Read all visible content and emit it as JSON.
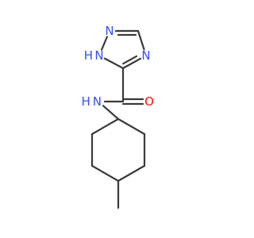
{
  "molecule": {
    "atoms": [
      {
        "id": "n1",
        "element": "N",
        "label": "N",
        "color": "#3050f8"
      },
      {
        "id": "n2",
        "element": "N",
        "label": "N",
        "color": "#3050f8"
      },
      {
        "id": "n4",
        "element": "N",
        "label": "N",
        "color": "#3050f8"
      },
      {
        "id": "c3",
        "element": "C",
        "label": "",
        "color": "#3a3a3a"
      },
      {
        "id": "c5",
        "element": "C",
        "label": "",
        "color": "#3a3a3a"
      },
      {
        "id": "c_amide",
        "element": "C",
        "label": "",
        "color": "#3a3a3a"
      },
      {
        "id": "o",
        "element": "O",
        "label": "O",
        "color": "#ff0d0d"
      },
      {
        "id": "n_amide",
        "element": "N",
        "label": "H N",
        "color": "#3050f8"
      },
      {
        "id": "r1",
        "element": "C",
        "label": "",
        "color": "#3a3a3a"
      },
      {
        "id": "r2",
        "element": "C",
        "label": "",
        "color": "#3a3a3a"
      },
      {
        "id": "r3",
        "element": "C",
        "label": "",
        "color": "#3a3a3a"
      },
      {
        "id": "r4",
        "element": "C",
        "label": "",
        "color": "#3a3a3a"
      },
      {
        "id": "r5",
        "element": "C",
        "label": "",
        "color": "#3a3a3a"
      },
      {
        "id": "r6",
        "element": "C",
        "label": "",
        "color": "#3a3a3a"
      },
      {
        "id": "me",
        "element": "C",
        "label": "",
        "color": "#3a3a3a"
      }
    ],
    "nh_label": "H",
    "bonds": [
      {
        "a": "n1",
        "b": "n2",
        "order": 1
      },
      {
        "a": "n2",
        "b": "c5",
        "order": 2
      },
      {
        "a": "c5",
        "b": "n4",
        "order": 1
      },
      {
        "a": "n4",
        "b": "c3",
        "order": 2
      },
      {
        "a": "c3",
        "b": "n1",
        "order": 1
      },
      {
        "a": "c3",
        "b": "c_amide",
        "order": 1
      },
      {
        "a": "c_amide",
        "b": "o",
        "order": 2
      },
      {
        "a": "c_amide",
        "b": "n_amide",
        "order": 1
      },
      {
        "a": "n_amide",
        "b": "r1",
        "order": 1
      },
      {
        "a": "r1",
        "b": "r2",
        "order": 1
      },
      {
        "a": "r2",
        "b": "r3",
        "order": 1
      },
      {
        "a": "r3",
        "b": "r4",
        "order": 1
      },
      {
        "a": "r4",
        "b": "r5",
        "order": 1
      },
      {
        "a": "r5",
        "b": "r6",
        "order": 1
      },
      {
        "a": "r6",
        "b": "r1",
        "order": 1
      },
      {
        "a": "r4",
        "b": "me",
        "order": 1
      }
    ]
  }
}
